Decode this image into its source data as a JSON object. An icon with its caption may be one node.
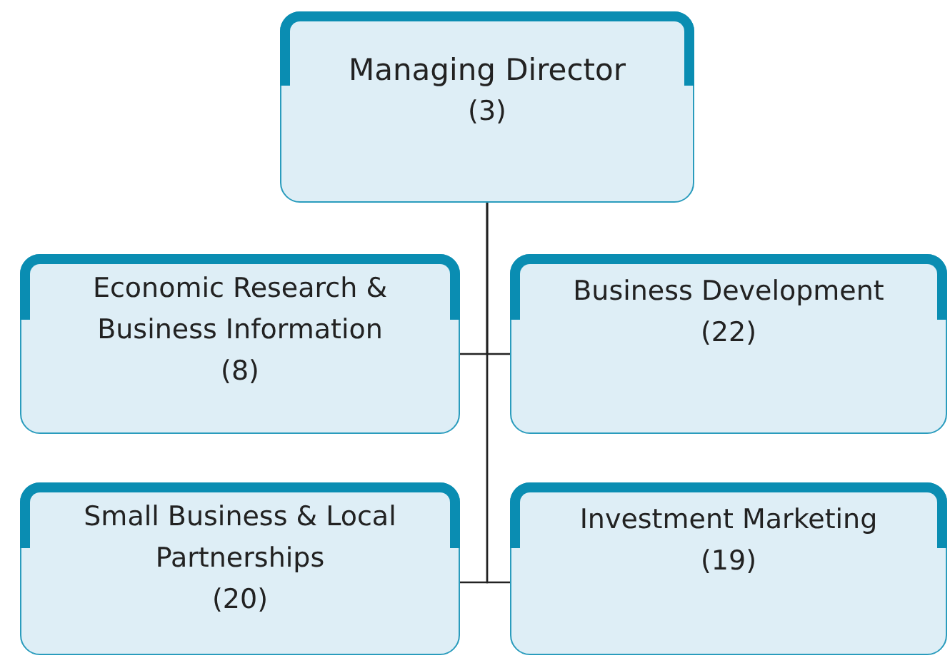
{
  "diagram": {
    "nodes": [
      {
        "text": [
          "Managing Director",
          "(3)"
        ]
      },
      {
        "text": [
          "Economic Research & Business Information",
          "(8)"
        ]
      },
      {
        "text": [
          "Business Development",
          "(22)"
        ]
      },
      {
        "text": [
          "Small Business & Local Partnerships",
          "(20)"
        ]
      },
      {
        "text": [
          "Investment Marketing",
          "(19)"
        ]
      }
    ],
    "edges": [
      {
        "from": 0,
        "to": 1,
        "arrow": "none"
      },
      {
        "from": 0,
        "to": 2,
        "arrow": "none"
      },
      {
        "from": 0,
        "to": 3,
        "arrow": "none"
      },
      {
        "from": 0,
        "to": 4,
        "arrow": "none"
      }
    ]
  }
}
